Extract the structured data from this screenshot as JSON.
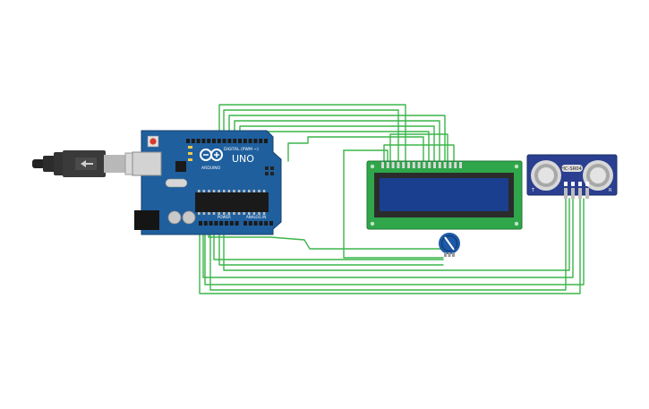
{
  "arduino": {
    "brand": "ARDUINO",
    "model": "UNO",
    "digital_label": "DIGITAL (PWM ~)",
    "power_label": "POWER",
    "analog_label": "ANALOG IN",
    "board_color": "#1f5f9e"
  },
  "lcd": {
    "board_color": "#2fa64a",
    "screen_color": "#1a3f8e"
  },
  "sensor": {
    "label": "HC-SR04",
    "left_mark": "T",
    "right_mark": "R",
    "board_color": "#2a3f8f"
  },
  "potentiometer": {
    "color": "#1e5aa8"
  },
  "wire_color": "#3cb54a"
}
